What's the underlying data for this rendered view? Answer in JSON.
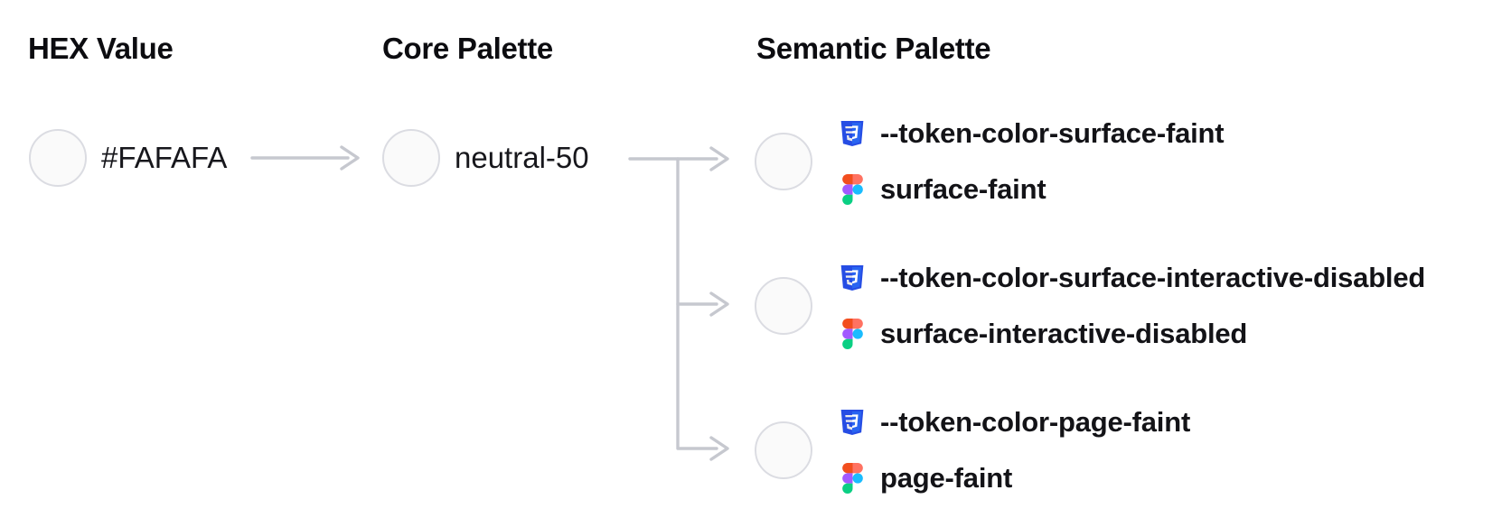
{
  "diagram": {
    "title_headers": {
      "hex": "HEX Value",
      "core": "Core Palette",
      "semantic": "Semantic Palette"
    },
    "hex": {
      "value": "#FAFAFA",
      "swatch_color": "#FAFAFA"
    },
    "core": {
      "name": "neutral-50",
      "swatch_color": "#FAFAFA"
    },
    "semantic_tokens": [
      {
        "css_variable": "--token-color-surface-faint",
        "figma_token": "surface-faint",
        "swatch_color": "#FAFAFA"
      },
      {
        "css_variable": "--token-color-surface-interactive-disabled",
        "figma_token": "surface-interactive-disabled",
        "swatch_color": "#FAFAFA"
      },
      {
        "css_variable": "--token-color-page-faint",
        "figma_token": "page-faint",
        "swatch_color": "#FAFAFA"
      }
    ],
    "icons": {
      "css_icon": "css3-shield",
      "figma_icon": "figma-logo"
    },
    "colors": {
      "swatch_fill": "#FAFAFA",
      "swatch_border": "#DBDCE2",
      "connector": "#C6C8CF",
      "text": "#141418",
      "css_badge_dark_blue": "#264DE4",
      "css_badge_light_blue": "#2965F1",
      "figma_red": "#F24E1E",
      "figma_coral": "#FF7262",
      "figma_purple": "#A259FF",
      "figma_blue": "#1ABCFE",
      "figma_green": "#0ACF83"
    }
  }
}
